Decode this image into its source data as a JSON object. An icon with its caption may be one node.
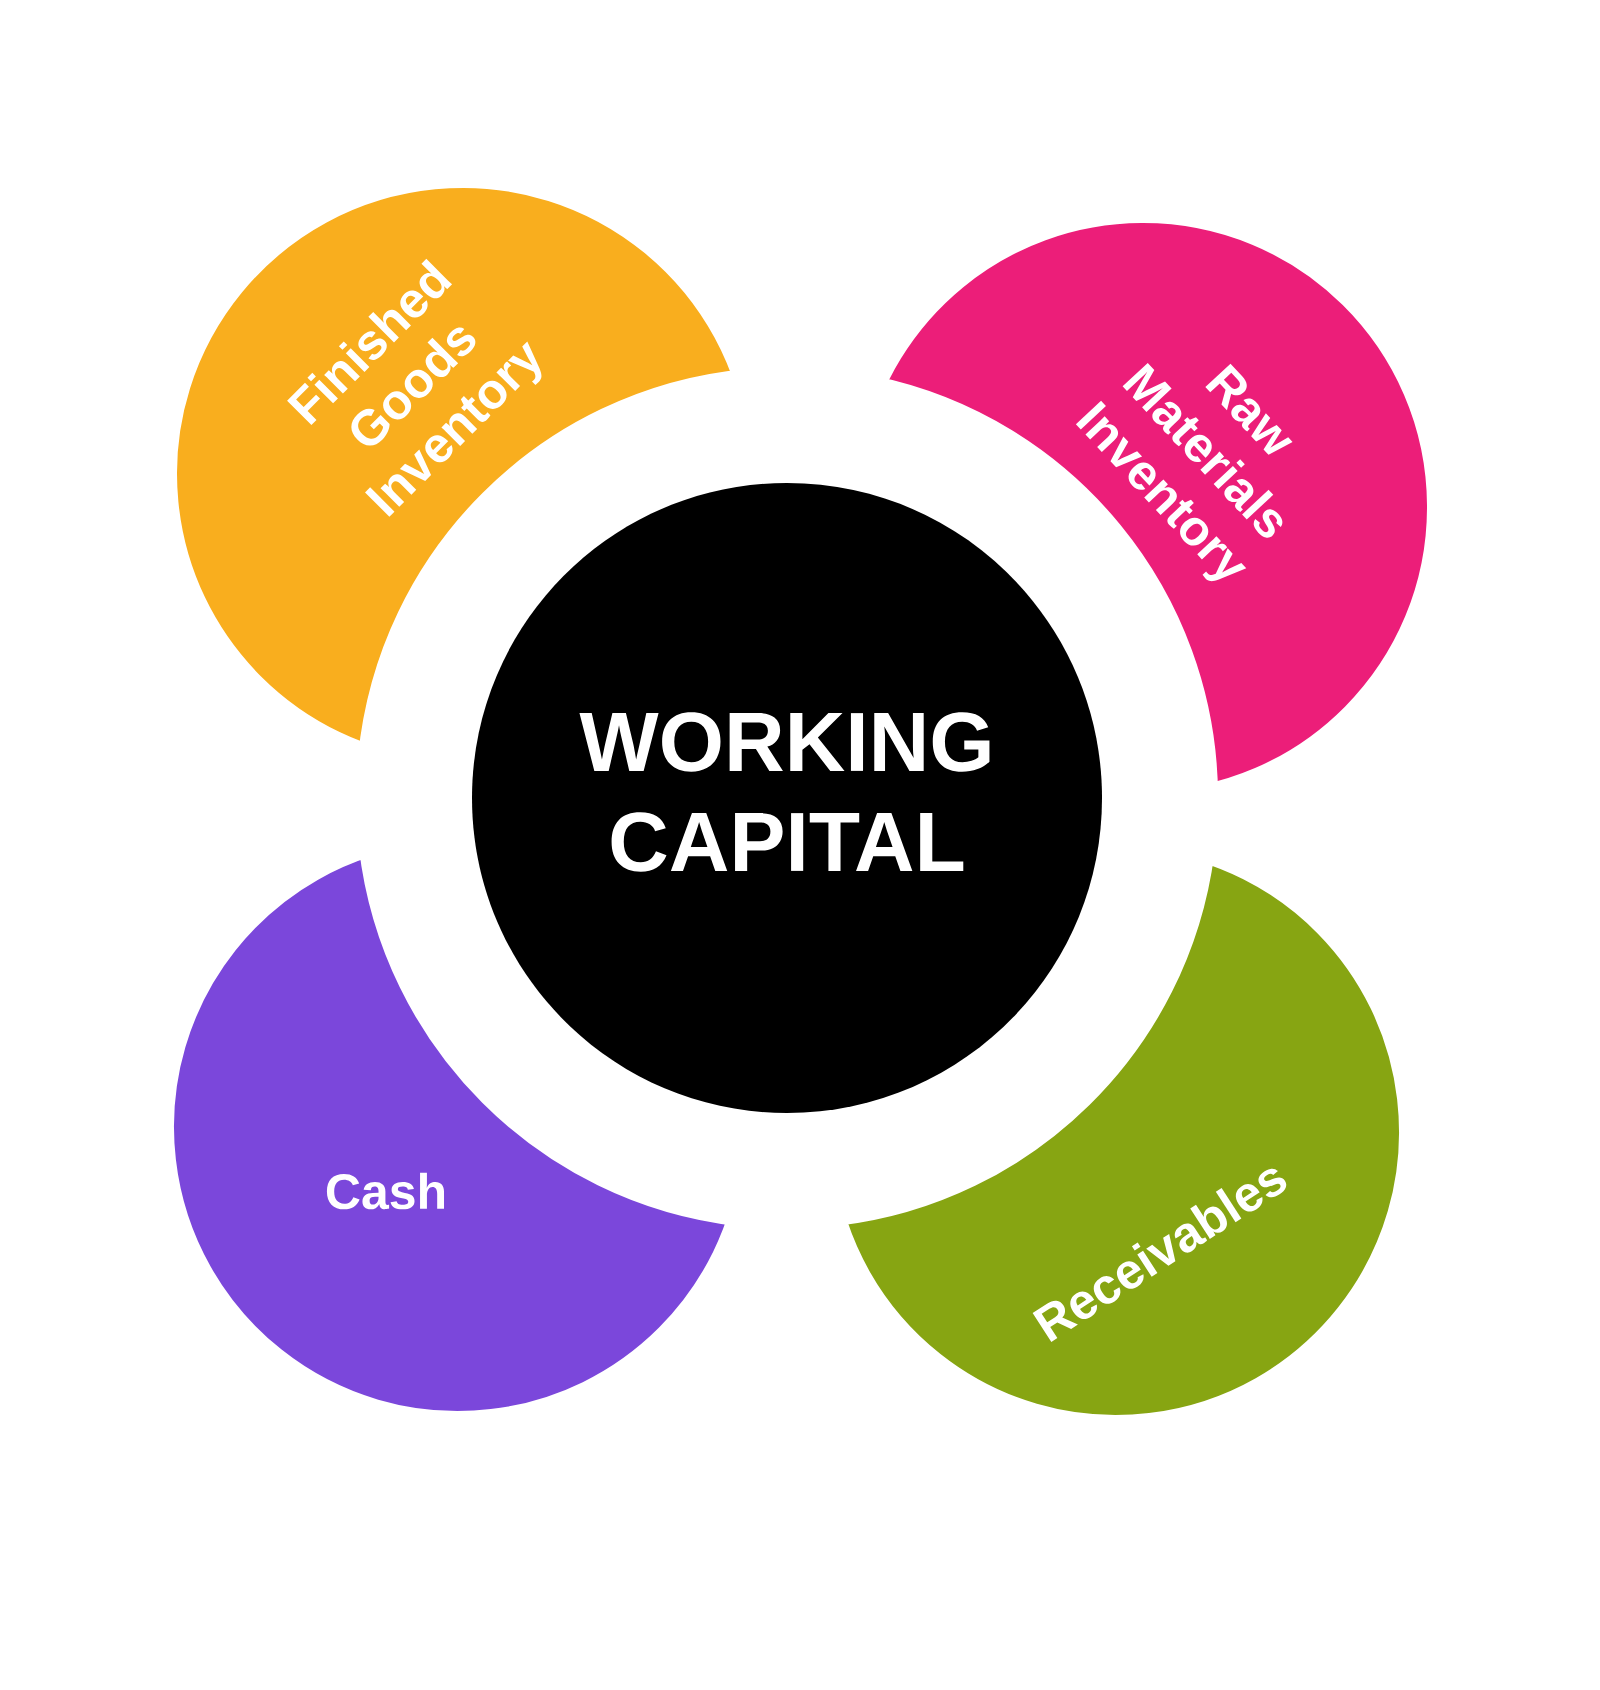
{
  "diagram": {
    "nodes": [
      {
        "text": [
          "Finished Goods Inventory"
        ]
      },
      {
        "text": [
          "Raw Materials Inventory"
        ]
      },
      {
        "text": [
          "WORKING CAPITAL"
        ]
      },
      {
        "text": [
          "Cash"
        ]
      },
      {
        "text": [
          "Receivables"
        ]
      }
    ]
  }
}
